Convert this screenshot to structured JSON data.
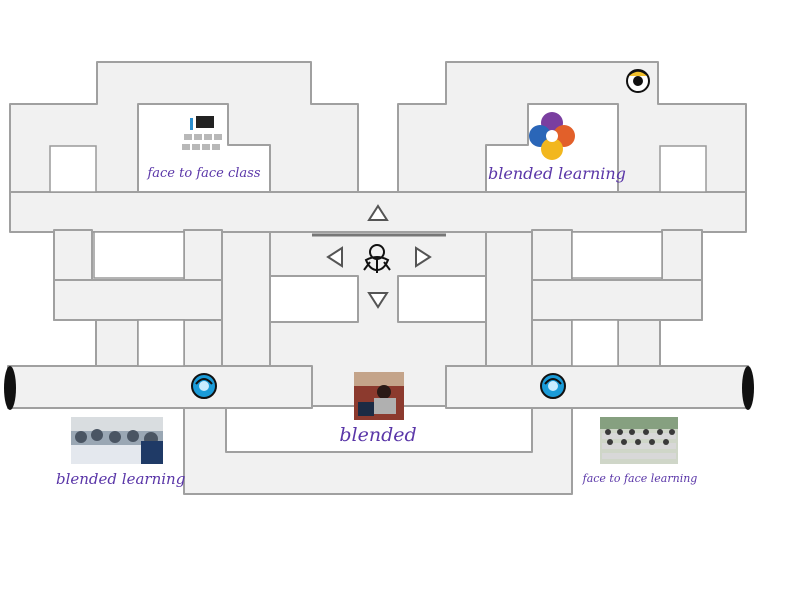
{
  "answers": [
    {
      "id": "a1",
      "label": "face to face class",
      "icon": "classroom-icon"
    },
    {
      "id": "a2",
      "label": "blended learning",
      "icon": "blended-learning-logo"
    },
    {
      "id": "a3",
      "label": "blended",
      "icon": "student-laptop-photo"
    },
    {
      "id": "a4",
      "label": "blended learning",
      "icon": "students-classroom-photo"
    },
    {
      "id": "a5",
      "label": "face to face learning",
      "icon": "classroom-rows-photo"
    }
  ],
  "controls": [
    "up-arrow-icon",
    "down-arrow-icon",
    "left-arrow-icon",
    "right-arrow-icon"
  ],
  "colors": {
    "path": "#f1f1f1",
    "wall_border": "#9a9a9a",
    "label": "#5a36a8",
    "ghost_blue": "#1a9bd8",
    "portal": "#111111"
  }
}
